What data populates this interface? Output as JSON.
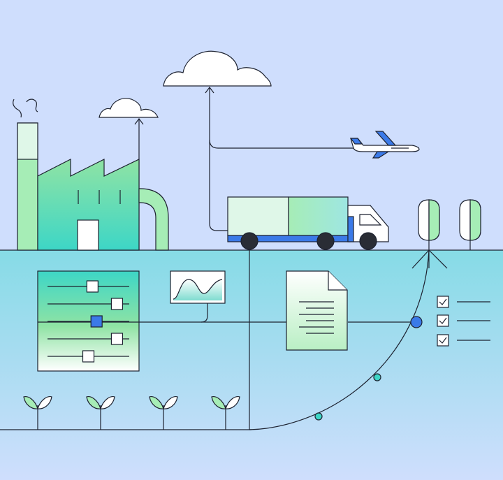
{
  "scene": {
    "title": "",
    "colors": {
      "sky": "#cfdefd",
      "water_top": "#86dbe6",
      "water_bottom": "#cfdefd",
      "outline": "#1d2230",
      "mint": "#dff7e8",
      "green": "#8fe3a4",
      "teal": "#3dd6c6",
      "blue_accent": "#3b7ae8",
      "white": "#ffffff"
    },
    "icons": {
      "factory": "factory-icon",
      "smoke": "smoke-icon",
      "cloud_small": "cloud-icon",
      "cloud_large": "cloud-icon",
      "airplane": "airplane-icon",
      "truck": "delivery-truck-icon",
      "trees": "tree-icon",
      "document": "document-icon",
      "chart": "wave-chart-icon",
      "sliders": "slider-panel-icon",
      "checklist": "checklist-icon",
      "sprouts": "sprout-icon"
    },
    "sliders": [
      {
        "level": 0.55
      },
      {
        "level": 0.85
      },
      {
        "level": 0.6
      },
      {
        "level": 0.85
      },
      {
        "level": 0.5
      }
    ],
    "checklist": [
      {
        "checked": true
      },
      {
        "checked": true
      },
      {
        "checked": true
      }
    ]
  }
}
